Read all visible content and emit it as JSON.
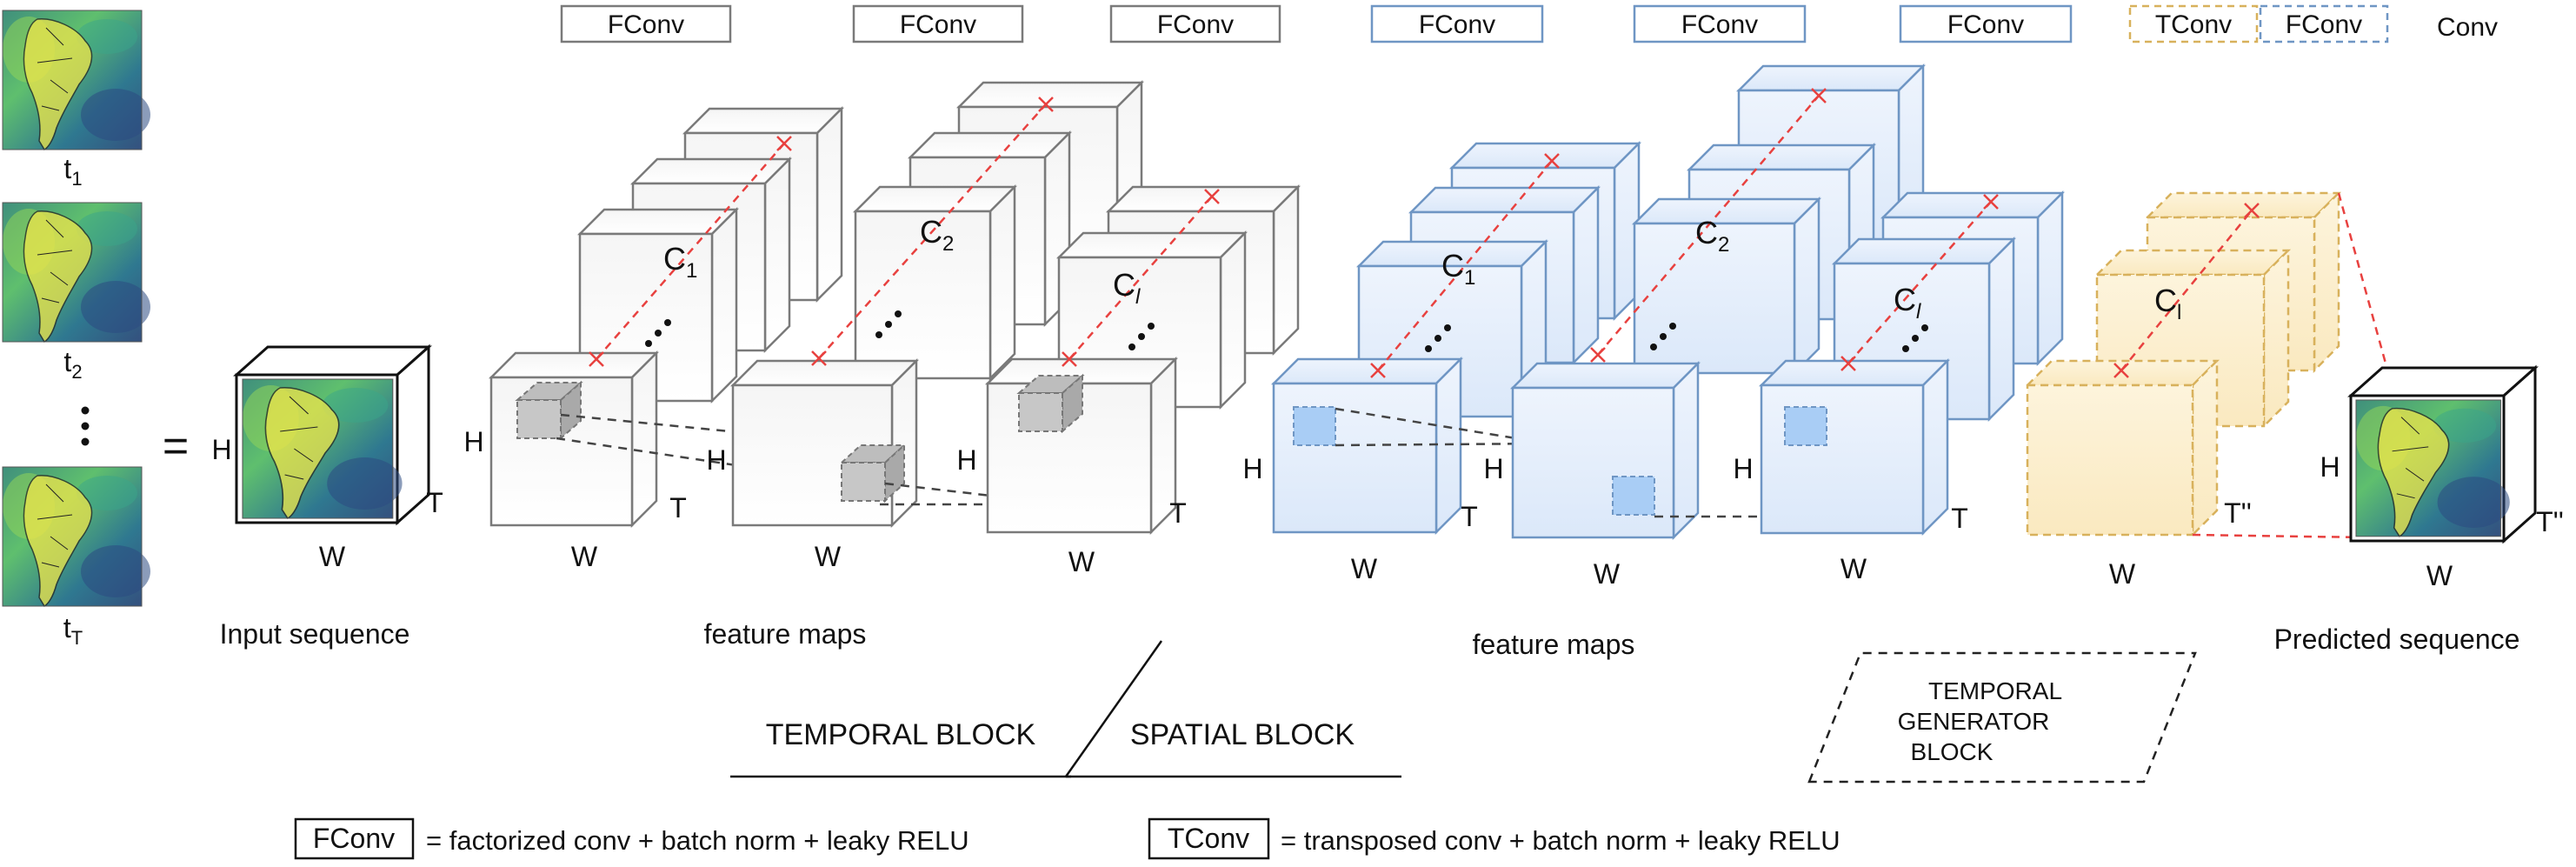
{
  "header_labels": {
    "fconv_1": "FConv",
    "fconv_2": "FConv",
    "fconv_3": "FConv",
    "fconv_4": "FConv",
    "fconv_5": "FConv",
    "fconv_6": "FConv",
    "tconv": "TConv",
    "fconv_7": "FConv",
    "conv": "Conv"
  },
  "input_frames": {
    "t1_main": "t",
    "t1_sub": "1",
    "t2_main": "t",
    "t2_sub": "2",
    "tT_main": "t",
    "tT_sub": "T",
    "equals": "="
  },
  "input_cube": {
    "h": "H",
    "w": "W",
    "t": "T",
    "caption": "Input sequence"
  },
  "temporal": {
    "cube1": {
      "h": "H",
      "w": "W",
      "t": "T",
      "c_main": "C",
      "c_sub": "1"
    },
    "cube2": {
      "h": "H",
      "w": "W",
      "c_main": "C",
      "c_sub": "2"
    },
    "cube3": {
      "h": "H",
      "w": "W",
      "t": "T",
      "c_main": "C",
      "c_sub": "l"
    },
    "caption": "feature maps",
    "block_label": "TEMPORAL BLOCK"
  },
  "spatial": {
    "cube1": {
      "h": "H",
      "w": "W",
      "t": "T",
      "c_main": "C",
      "c_sub": "1"
    },
    "cube2": {
      "h": "H",
      "w": "W",
      "c_main": "C",
      "c_sub": "2"
    },
    "cube3": {
      "h": "H",
      "w": "W",
      "t": "T",
      "c_main": "C",
      "c_sub": "l"
    },
    "caption": "feature maps",
    "block_label": "SPATIAL BLOCK"
  },
  "generator": {
    "c_main": "C",
    "c_sub": "l",
    "w": "W",
    "t": "T''",
    "label_line1": "TEMPORAL",
    "label_line2": "GENERATOR",
    "label_line3": "BLOCK"
  },
  "output_cube": {
    "h": "H",
    "w": "W",
    "t": "T''",
    "caption": "Predicted sequence"
  },
  "legend": {
    "fconv_key": "FConv",
    "fconv_desc": "= factorized conv + batch norm + leaky RELU",
    "tconv_key": "TConv",
    "tconv_desc": "= transposed conv + batch norm + leaky RELU"
  },
  "colors": {
    "gray_edge": "#7a7a7a",
    "blue_edge": "#6f96c4",
    "blue_fill": "#e4eefb",
    "yellow_edge": "#d8b15c",
    "yellow_fill": "#fbf1d6",
    "red_dash": "#e8413f",
    "patch_blue": "#a9cdf5"
  }
}
